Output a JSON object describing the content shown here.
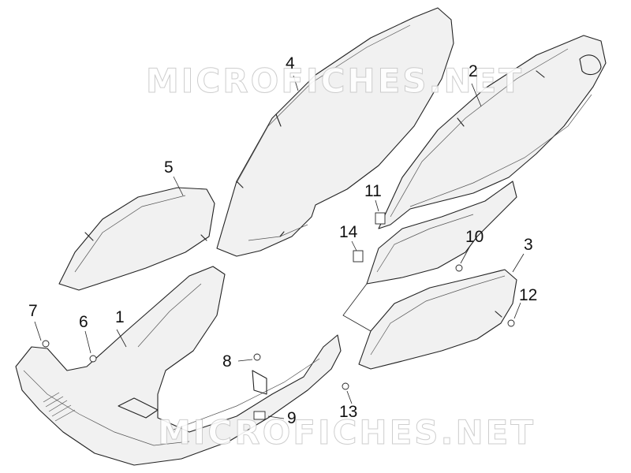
{
  "watermark": {
    "text": "MICROFICHES.NET"
  },
  "callouts": [
    {
      "id": "callout-1",
      "label": "1"
    },
    {
      "id": "callout-2",
      "label": "2"
    },
    {
      "id": "callout-3",
      "label": "3"
    },
    {
      "id": "callout-4",
      "label": "4"
    },
    {
      "id": "callout-5",
      "label": "5"
    },
    {
      "id": "callout-6",
      "label": "6"
    },
    {
      "id": "callout-7",
      "label": "7"
    },
    {
      "id": "callout-8",
      "label": "8"
    },
    {
      "id": "callout-9",
      "label": "9"
    },
    {
      "id": "callout-10",
      "label": "10"
    },
    {
      "id": "callout-11",
      "label": "11"
    },
    {
      "id": "callout-12",
      "label": "12"
    },
    {
      "id": "callout-13",
      "label": "13"
    },
    {
      "id": "callout-14",
      "label": "14"
    }
  ]
}
